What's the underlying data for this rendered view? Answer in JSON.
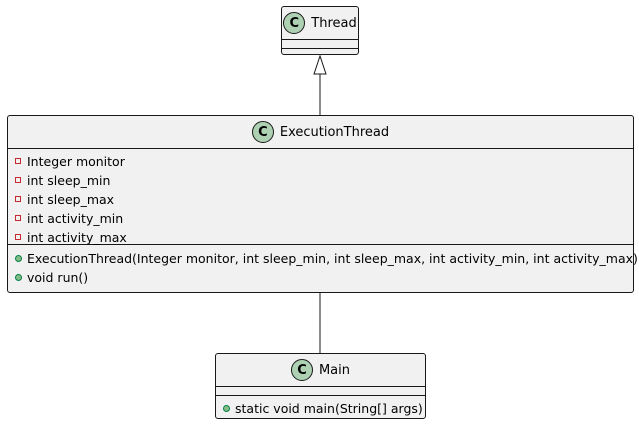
{
  "diagram": {
    "classes": {
      "thread": {
        "name": "Thread",
        "icon": "class-circle-icon",
        "icon_letter": "C",
        "attributes": [],
        "methods": []
      },
      "execution_thread": {
        "name": "ExecutionThread",
        "icon": "class-circle-icon",
        "icon_letter": "C",
        "attributes": [
          {
            "visibility": "private",
            "text": "Integer monitor"
          },
          {
            "visibility": "private",
            "text": "int sleep_min"
          },
          {
            "visibility": "private",
            "text": "int sleep_max"
          },
          {
            "visibility": "private",
            "text": "int activity_min"
          },
          {
            "visibility": "private",
            "text": "int activity_max"
          }
        ],
        "methods": [
          {
            "visibility": "public",
            "text": "ExecutionThread(Integer monitor, int sleep_min, int sleep_max, int activity_min, int activity_max)"
          },
          {
            "visibility": "public",
            "text": "void run()"
          }
        ]
      },
      "main": {
        "name": "Main",
        "icon": "class-circle-icon",
        "icon_letter": "C",
        "attributes": [],
        "methods": [
          {
            "visibility": "public",
            "text": "static void main(String[] args)"
          }
        ]
      }
    },
    "relations": [
      {
        "from": "ExecutionThread",
        "to": "Thread",
        "type": "inheritance"
      },
      {
        "from": "ExecutionThread",
        "to": "Main",
        "type": "association"
      }
    ],
    "colors": {
      "class_fill": "#f1f1f1",
      "border": "#181818",
      "icon_fill": "#add1b2",
      "private_marker": "#c82930",
      "public_marker_fill": "#84be84",
      "public_marker_border": "#038048"
    }
  }
}
